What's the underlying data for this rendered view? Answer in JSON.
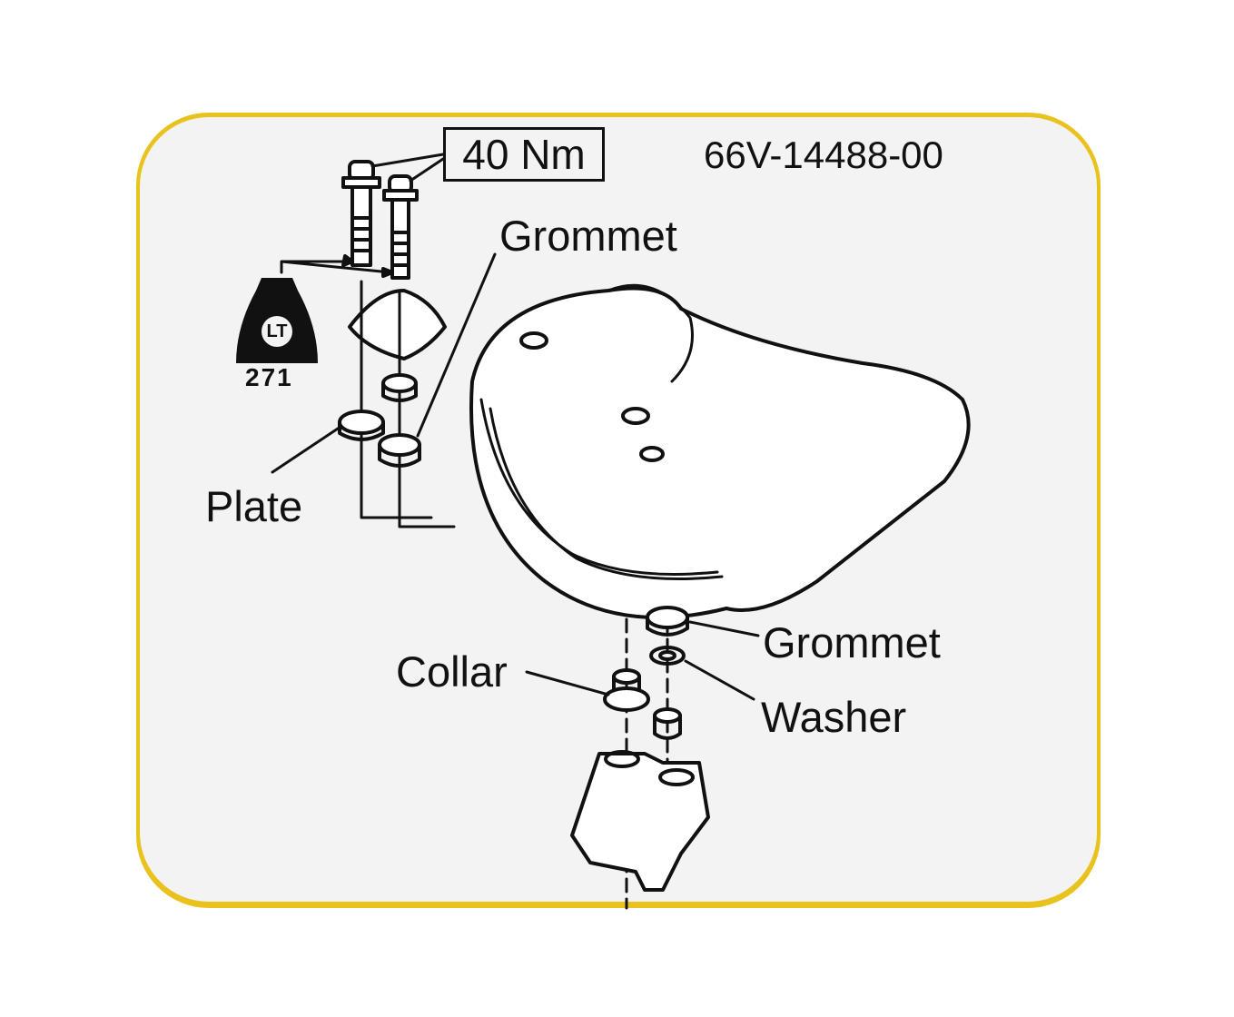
{
  "label": {
    "torque": "40 Nm",
    "part_number": "66V-14488-00",
    "threadlock_badge": "LT",
    "threadlock_number": "271",
    "callouts": {
      "grommet_top": "Grommet",
      "plate": "Plate",
      "grommet_bottom": "Grommet",
      "collar": "Collar",
      "washer": "Washer"
    }
  },
  "colors": {
    "border": "#e9c21e",
    "face": "#f3f3f3",
    "ink": "#111111"
  }
}
